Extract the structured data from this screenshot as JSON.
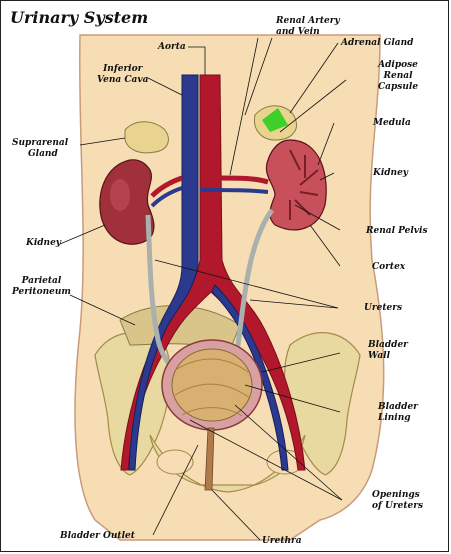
{
  "title": "Urinary System",
  "labels": {
    "renal_artery_vein": [
      "Renal Artery",
      "and Vein"
    ],
    "aorta": "Aorta",
    "adrenal_gland": "Adrenal Gland",
    "inferior_vena_cava": [
      "Inferior",
      "Vena Cava"
    ],
    "adipose_renal_capsule": [
      "Adipose",
      "Renal",
      "Capsule"
    ],
    "medula": "Medula",
    "suprarenal_gland": [
      "Suprarenal",
      "Gland"
    ],
    "kidney_right": "Kidney",
    "kidney_left": "Kidney",
    "renal_pelvis": "Renal Pelvis",
    "cortex": "Cortex",
    "parietal_peritoneum": [
      "Parietal",
      "Peritoneum"
    ],
    "ureters": "Ureters",
    "bladder_wall": [
      "Bladder",
      "Wall"
    ],
    "bladder_lining": [
      "Bladder",
      "Lining"
    ],
    "openings_of_ureters": [
      "Openings",
      "of Ureters"
    ],
    "bladder_outlet": "Bladder Outlet",
    "urethra": "Urethra"
  },
  "colors": {
    "body": "#f6ddb4",
    "artery": "#b2182b",
    "vein": "#2b3a8f",
    "kidney": "#a0303a",
    "bone": "#e8d9a0",
    "adrenal": "#e9d48f",
    "adrenal_highlight": "#3fcf2a",
    "bladder": "#d8b071",
    "ureter": "#a9b0ad"
  }
}
